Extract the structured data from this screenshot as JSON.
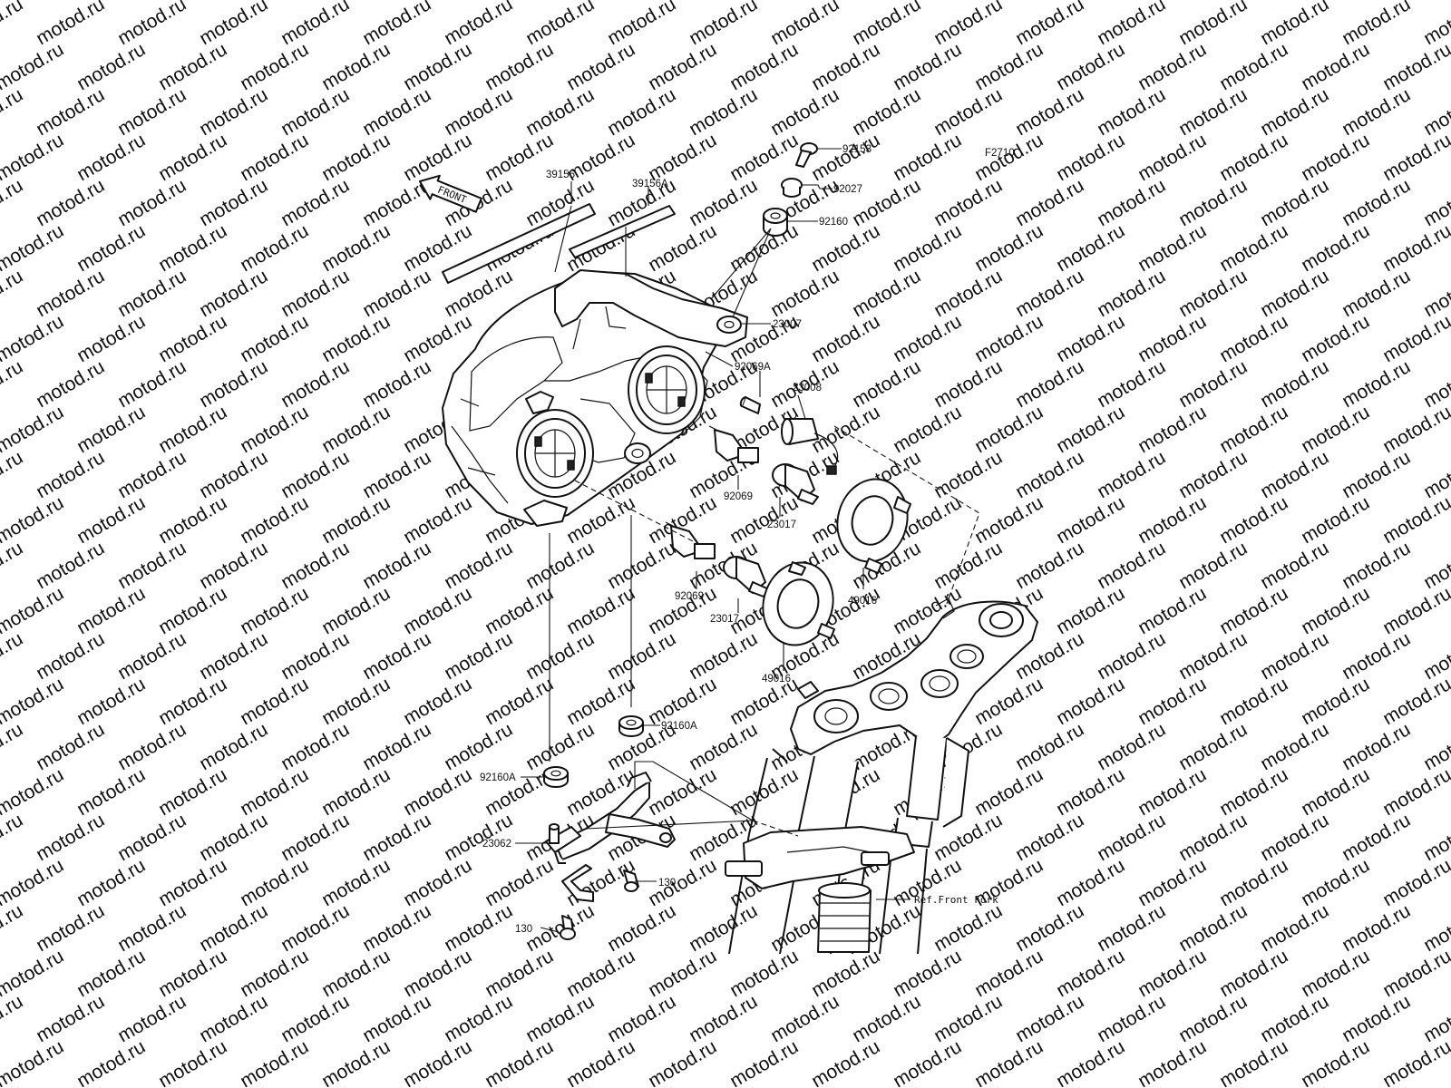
{
  "watermark": {
    "text": "motod.ru",
    "color": "#d9d9d9"
  },
  "figure_code": "F2710",
  "direction_arrow": {
    "label": "FRONT"
  },
  "reference_label": "Ref.Front Fork",
  "labels": {
    "p92153": "92153",
    "p92027": "92027",
    "p92160": "92160",
    "p39156": "39156",
    "p39156A": "39156A",
    "p23007": "23007",
    "p92069A": "92069A",
    "p23008": "23008",
    "p92069_upper": "92069",
    "p23017_upper": "23017",
    "p92069_lower": "92069",
    "p23017_lower": "23017",
    "p49016_right": "49016",
    "p49016_left": "49016",
    "p92160A_right": "92160A",
    "p92160A_left": "92160A",
    "p23062": "23062",
    "p130_right": "130",
    "p130_left": "130"
  },
  "colors": {
    "line": "#111111",
    "background": "#ffffff"
  }
}
